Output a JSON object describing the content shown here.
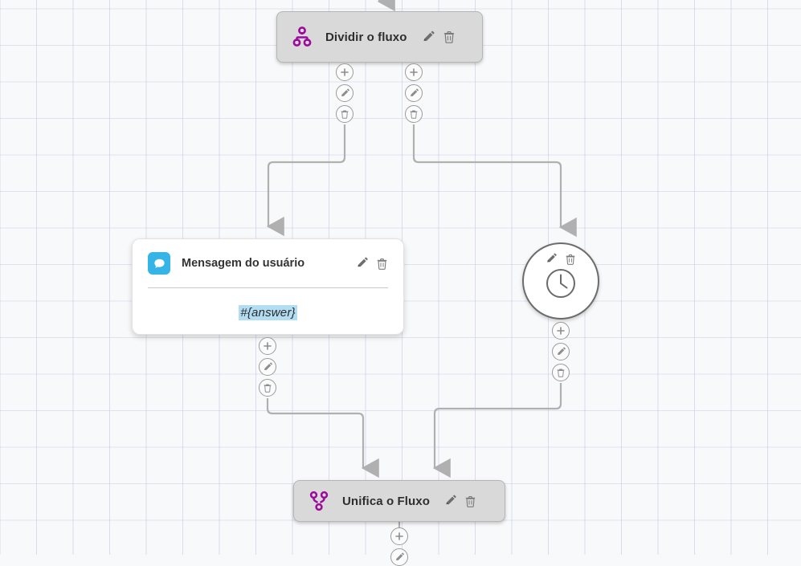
{
  "canvas": {
    "background_color": "#f8f9fa",
    "grid_line_color": "#bec6e1",
    "grid_size": 45
  },
  "theme": {
    "node_fill": "#d9d9d9",
    "node_border": "#b5b5b5",
    "card_fill": "#ffffff",
    "accent_purple": "#9b0a9b",
    "accent_blue": "#35b4e8",
    "variable_highlight": "#b3ddf2",
    "edge_color": "#b0b0b0",
    "handle_border": "#9a9a9a",
    "text_color": "#2e2e2e"
  },
  "nodes": [
    {
      "id": "split",
      "type": "flow-split",
      "label": "Dividir o fluxo",
      "icon": "split-flow-icon",
      "actions": [
        {
          "name": "edit-icon",
          "title": "Editar"
        },
        {
          "name": "delete-icon",
          "title": "Excluir"
        }
      ]
    },
    {
      "id": "user-message",
      "type": "message-card",
      "label": "Mensagem do usuário",
      "icon": "chat-bubble-icon",
      "variable": "#{answer}",
      "actions": [
        {
          "name": "edit-icon",
          "title": "Editar"
        },
        {
          "name": "delete-icon",
          "title": "Excluir"
        }
      ]
    },
    {
      "id": "timer",
      "type": "circle-timer",
      "label": "",
      "icon": "clock-icon",
      "actions": [
        {
          "name": "edit-icon",
          "title": "Editar"
        },
        {
          "name": "delete-icon",
          "title": "Excluir"
        }
      ]
    },
    {
      "id": "merge",
      "type": "flow-merge",
      "label": "Unifica o Fluxo",
      "icon": "merge-flow-icon",
      "actions": [
        {
          "name": "edit-icon",
          "title": "Editar"
        },
        {
          "name": "delete-icon",
          "title": "Excluir"
        }
      ]
    }
  ],
  "handles": {
    "add": {
      "name": "add-node-handle",
      "glyph": "+",
      "title": "Adicionar"
    },
    "edit": {
      "name": "edit-edge-handle",
      "glyph": "pencil",
      "title": "Editar"
    },
    "delete": {
      "name": "delete-edge-handle",
      "glyph": "trash",
      "title": "Excluir"
    }
  },
  "handle_stacks": [
    {
      "id": "split-out-left",
      "buttons": [
        "add",
        "edit",
        "delete"
      ]
    },
    {
      "id": "split-out-right",
      "buttons": [
        "add",
        "edit",
        "delete"
      ]
    },
    {
      "id": "message-out",
      "buttons": [
        "add",
        "edit",
        "delete"
      ]
    },
    {
      "id": "timer-out",
      "buttons": [
        "add",
        "edit",
        "delete"
      ]
    },
    {
      "id": "merge-out",
      "buttons": [
        "add",
        "edit"
      ]
    }
  ],
  "edges": [
    {
      "id": "in-to-split",
      "from": "canvas-top",
      "to": "split"
    },
    {
      "id": "split-to-message",
      "from": "split",
      "to": "user-message"
    },
    {
      "id": "split-to-timer",
      "from": "split",
      "to": "timer"
    },
    {
      "id": "message-to-merge",
      "from": "user-message",
      "to": "merge"
    },
    {
      "id": "timer-to-merge",
      "from": "timer",
      "to": "merge"
    }
  ]
}
